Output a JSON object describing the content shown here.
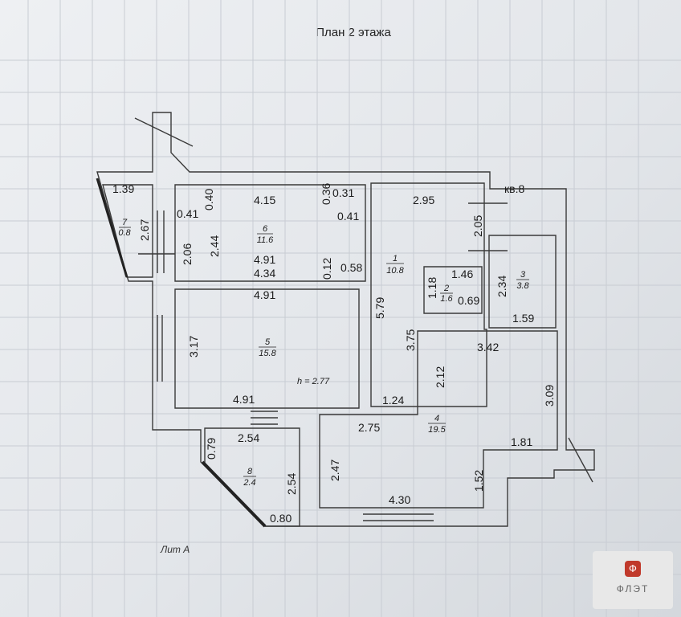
{
  "title": "План 2 этажа",
  "apartment_label": "кв.8",
  "lit_label": "Лит А",
  "height_note": "h = 2.77",
  "logo_text": "ФЛЭТ",
  "logo_mark": "Ф",
  "rooms": [
    {
      "number": "7",
      "area": "0.8"
    },
    {
      "number": "6",
      "area": "11.6"
    },
    {
      "number": "5",
      "area": "15.8"
    },
    {
      "number": "1",
      "area": "10.8"
    },
    {
      "number": "2",
      "area": "1.6"
    },
    {
      "number": "3",
      "area": "3.8"
    },
    {
      "number": "4",
      "area": "19.5"
    },
    {
      "number": "8",
      "area": "2.4"
    }
  ],
  "dimensions": [
    "1.39",
    "2.67",
    "0.41",
    "0.40",
    "4.15",
    "0.36",
    "0.31",
    "0.41",
    "2.06",
    "2.44",
    "4.91",
    "0.12",
    "0.58",
    "4.34",
    "4.91",
    "3.17",
    "4.91",
    "2.95",
    "2.05",
    "1.18",
    "1.46",
    "0.69",
    "2.34",
    "1.59",
    "5.79",
    "3.75",
    "3.42",
    "2.12",
    "3.09",
    "1.24",
    "2.75",
    "1.81",
    "2.47",
    "1.52",
    "4.30",
    "0.79",
    "2.54",
    "2.54",
    "0.80"
  ]
}
